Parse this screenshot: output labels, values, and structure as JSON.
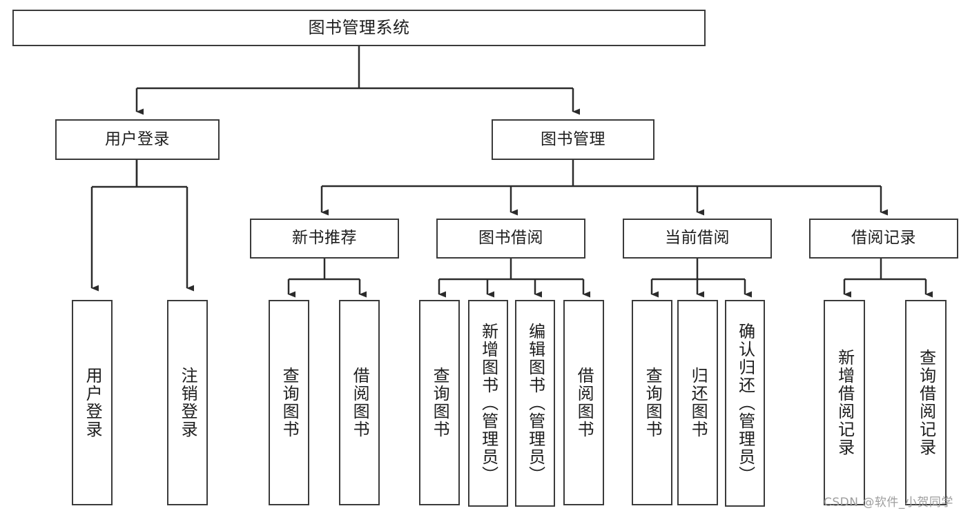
{
  "diagram": {
    "type": "tree",
    "title": "图书管理系统",
    "orientation": "top-down",
    "line_color": "#3a3a3a",
    "box_fill": "#ffffff",
    "text_color": "#1d1d1d",
    "watermark": "CSDN @软件_小贺同学",
    "nodes": {
      "root": {
        "label": "图书管理系统"
      },
      "l1": [
        {
          "label": "用户登录"
        },
        {
          "label": "图书管理"
        }
      ],
      "l2": [
        {
          "label": "新书推荐"
        },
        {
          "label": "图书借阅"
        },
        {
          "label": "当前借阅"
        },
        {
          "label": "借阅记录"
        }
      ],
      "leaves_user_login": [
        {
          "label": "用户登录"
        },
        {
          "label": "注销登录"
        }
      ],
      "leaves_new_book": [
        {
          "label": "查询图书"
        },
        {
          "label": "借阅图书"
        }
      ],
      "leaves_borrow": [
        {
          "label": "查询图书"
        },
        {
          "label": "新增图书（管理员）"
        },
        {
          "label": "编辑图书（管理员）"
        },
        {
          "label": "借阅图书"
        }
      ],
      "leaves_current": [
        {
          "label": "查询图书"
        },
        {
          "label": "归还图书"
        },
        {
          "label": "确认归还（管理员）"
        }
      ],
      "leaves_record": [
        {
          "label": "新增借阅记录"
        },
        {
          "label": "查询借阅记录"
        }
      ]
    }
  }
}
